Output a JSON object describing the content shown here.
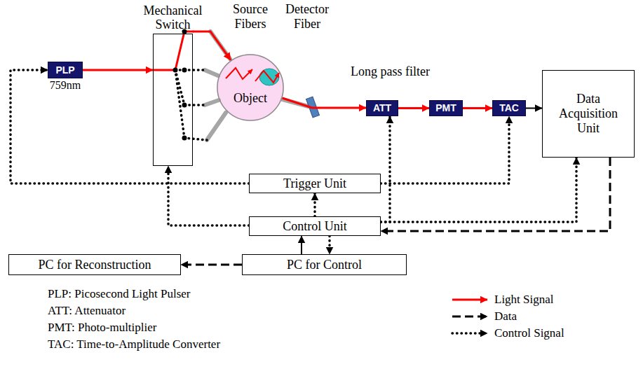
{
  "diagram": {
    "nodes": [
      {
        "text": [
          "Mechanical Switch"
        ]
      },
      {
        "text": [
          "PLP",
          "759nm"
        ]
      },
      {
        "text": [
          "Object"
        ]
      },
      {
        "text": [
          "ATT"
        ]
      },
      {
        "text": [
          "PMT"
        ]
      },
      {
        "text": [
          "TAC"
        ]
      },
      {
        "text": [
          "Data Acquisition Unit"
        ]
      },
      {
        "text": [
          "Trigger Unit"
        ]
      },
      {
        "text": [
          "Control Unit"
        ]
      },
      {
        "text": [
          "PC for Reconstruction"
        ]
      },
      {
        "text": [
          "PC for Control"
        ]
      }
    ],
    "edges": [
      {
        "from": 1,
        "to": 0,
        "arrow": "to"
      },
      {
        "from": 0,
        "to": 2,
        "arrow": "to"
      },
      {
        "from": 2,
        "to": 3,
        "arrow": "to"
      },
      {
        "from": 3,
        "to": 4,
        "arrow": "to"
      },
      {
        "from": 4,
        "to": 5,
        "arrow": "to"
      },
      {
        "from": 5,
        "to": 6,
        "arrow": "to"
      },
      {
        "from": 7,
        "to": 1,
        "arrow": "to"
      },
      {
        "from": 7,
        "to": 5,
        "arrow": "to"
      },
      {
        "from": 8,
        "to": 7,
        "arrow": "to"
      },
      {
        "from": 8,
        "to": 0,
        "arrow": "to"
      },
      {
        "from": 8,
        "to": 3,
        "arrow": "to"
      },
      {
        "from": 8,
        "to": 6,
        "arrow": "to"
      },
      {
        "from": 6,
        "to": 8,
        "arrow": "to"
      },
      {
        "from": 10,
        "to": 8,
        "arrow": "to"
      },
      {
        "from": 8,
        "to": 10,
        "arrow": "to"
      },
      {
        "from": 10,
        "to": 9,
        "arrow": "to"
      }
    ],
    "labels": [
      "Source Fibers",
      "Detector Fiber",
      "Long pass filter",
      "PLP: Picosecond Light Pulser",
      "ATT: Attenuator",
      "PMT: Photo-multiplier",
      "TAC: Time-to-Amplitude Converter"
    ],
    "legend": [
      {
        "text": "Light Signal"
      },
      {
        "text": "Data"
      },
      {
        "text": "Control Signal"
      }
    ]
  }
}
